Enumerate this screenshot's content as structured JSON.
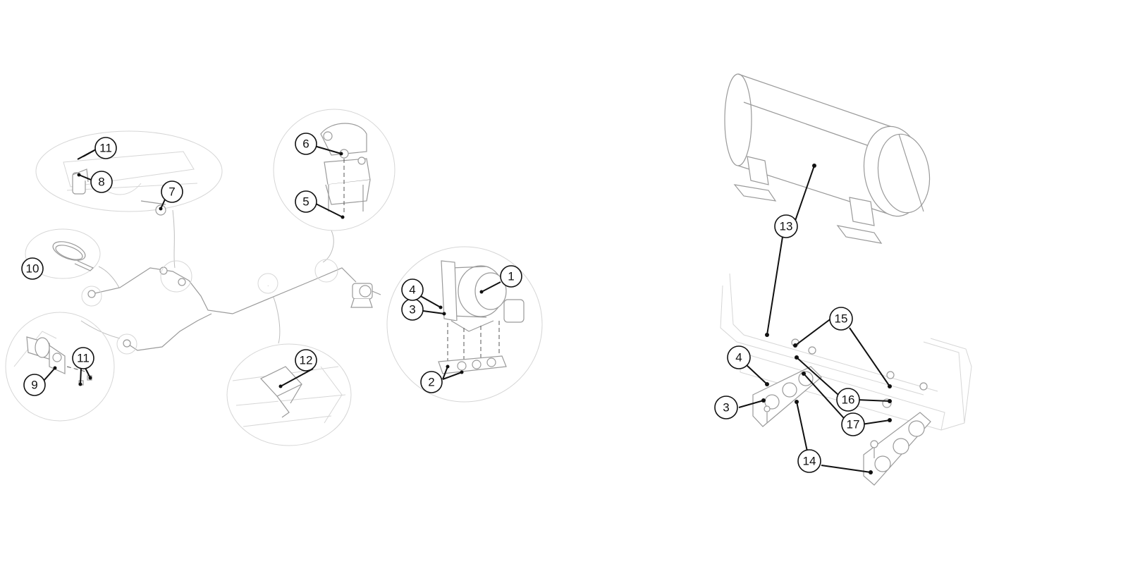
{
  "callouts": {
    "c1": "1",
    "c2": "2",
    "c3": "3",
    "c4": "4",
    "c5": "5",
    "c6": "6",
    "c7": "7",
    "c8": "8",
    "c9": "9",
    "c10": "10",
    "c11a": "11",
    "c11b": "11",
    "c12": "12",
    "c13": "13",
    "c14": "14",
    "c15": "15",
    "c16": "16",
    "c17": "17",
    "c3r": "3",
    "c4r": "4"
  }
}
